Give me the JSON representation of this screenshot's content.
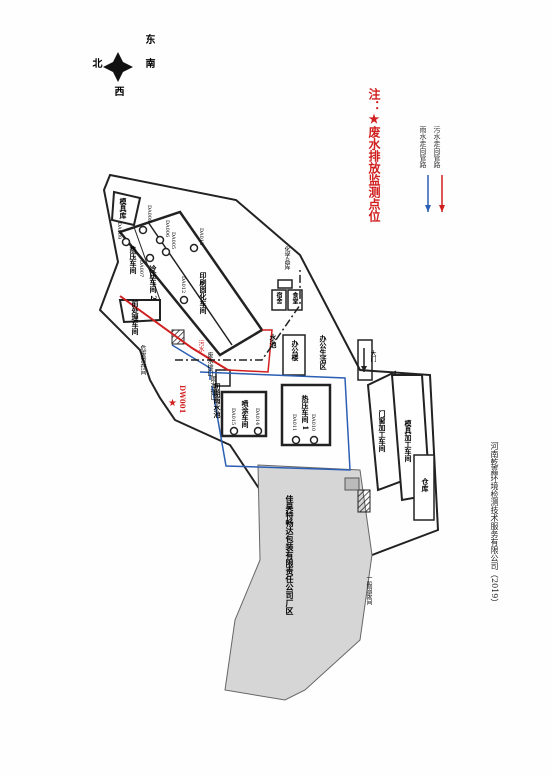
{
  "compass": {
    "north": "北",
    "east": "东",
    "south": "南",
    "west": "西"
  },
  "legend": {
    "title_prefix": "注：",
    "title_star": "★",
    "title_text": "废水排放监测点位",
    "rain_label": "雨水走向管路",
    "sewage_label": "污水走向管路",
    "rain_color": "#2b5fb3",
    "sewage_color": "#d11f1f"
  },
  "footer": "河南乾嘉环境检测技术服务有限公司（2019）",
  "buildings": {
    "mold_warehouse": "模具库",
    "hot_press": "热压车间",
    "cold_press": "冷压车间 2",
    "printing_curing": "印刷固化车间",
    "pretreatment": "前处理车间",
    "primary_pool": "初期雨水池",
    "spray_booth": "喷涂车间",
    "hot_press_1": "热压车间 1",
    "hazard_storage": "危废暂存间",
    "chem_storage": "化学品库",
    "tank": "水池",
    "office": "办公楼",
    "office_living": "办公生活区",
    "gate": "大门",
    "door_processing": "门窗加工车间",
    "mold_processing": "模具加工车间",
    "warehouse": "仓库",
    "company_area": "佳昊特畅达包装有限责任公司厂区",
    "general_storage": "一般固废间",
    "sewage_label": "污水",
    "dorm": "宿舍",
    "canteen": "食堂"
  },
  "points": {
    "da009": "DA009",
    "da008": "DA008",
    "da007": "DA007",
    "da006": "DA006",
    "da005": "DA005",
    "da013": "DA013",
    "da012": "DA012",
    "da015": "DA015",
    "da014": "DA014",
    "da011": "DA011",
    "da010": "DA010",
    "dw001": "DW001"
  },
  "annotations": {
    "wastewater_outlet": "废水排口",
    "rain_outlet": "雨水排口",
    "dw_star": "★"
  }
}
